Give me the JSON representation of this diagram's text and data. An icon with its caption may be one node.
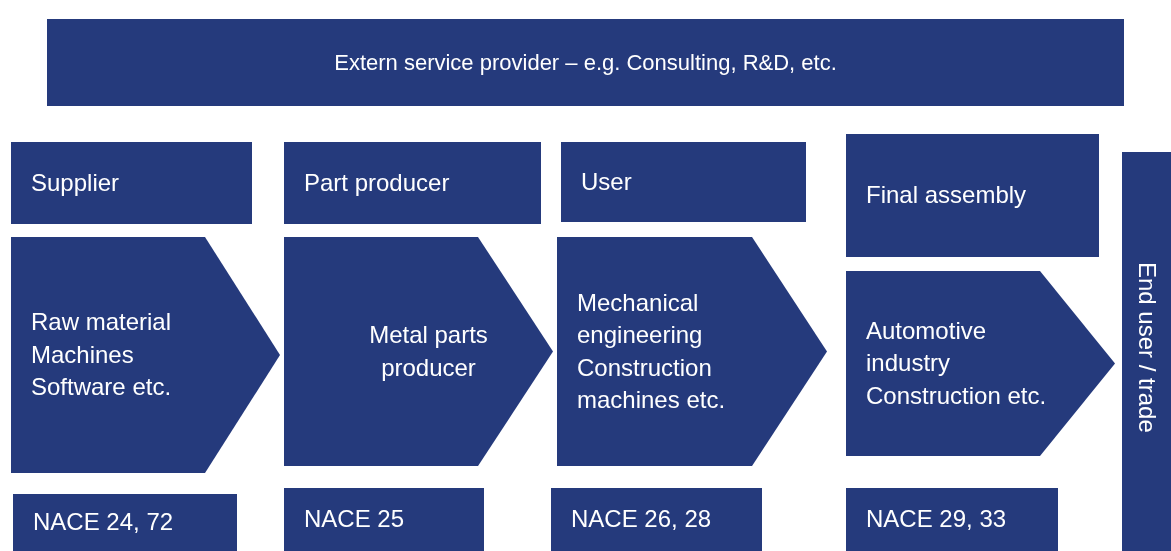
{
  "diagram": {
    "nodes": [
      {
        "text": [
          "Extern service provider – e.g. Consulting, R&D, etc."
        ]
      },
      {
        "text": [
          "Supplier"
        ]
      },
      {
        "text": [
          "Part producer"
        ]
      },
      {
        "text": [
          "User"
        ]
      },
      {
        "text": [
          "Final assembly"
        ]
      },
      {
        "text": [
          "Raw material Machines Software etc."
        ]
      },
      {
        "text": [
          "Metal parts producer"
        ]
      },
      {
        "text": [
          "Mechanical engineering Construction machines etc."
        ]
      },
      {
        "text": [
          "Automotive industry Construction etc."
        ]
      },
      {
        "text": [
          "End user / trade"
        ]
      },
      {
        "text": [
          "NACE 24, 72"
        ]
      },
      {
        "text": [
          "NACE 25"
        ]
      },
      {
        "text": [
          "NACE 26, 28"
        ]
      },
      {
        "text": [
          "NACE 29, 33"
        ]
      }
    ]
  }
}
